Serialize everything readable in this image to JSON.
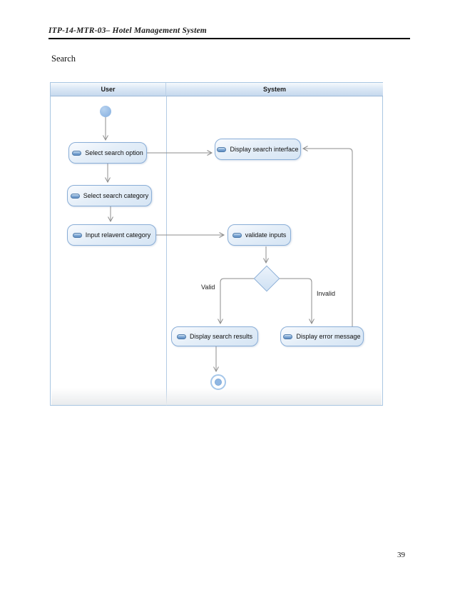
{
  "page": {
    "header_title": "ITP-14-MTR-03– Hotel Management System",
    "section_label": "Search",
    "page_number": "39"
  },
  "diagram": {
    "type": "uml-activity-diagram",
    "lanes": [
      {
        "label": "User"
      },
      {
        "label": "System"
      }
    ],
    "activities": [
      {
        "label": "Select search option",
        "lane": "User"
      },
      {
        "label": "Display search interface",
        "lane": "System"
      },
      {
        "label": "Select search category",
        "lane": "User"
      },
      {
        "label": "Input relavent category",
        "lane": "User"
      },
      {
        "label": "validate inputs",
        "lane": "System"
      },
      {
        "label": "Display search results",
        "lane": "System"
      },
      {
        "label": "Display error message",
        "lane": "System"
      }
    ],
    "branch_labels": {
      "valid": "Valid",
      "invalid": "Invalid"
    },
    "flows": [
      {
        "from": "start",
        "to": "Select search option"
      },
      {
        "from": "Select search option",
        "to": "Display search interface"
      },
      {
        "from": "Select search option",
        "to": "Select search category"
      },
      {
        "from": "Select search category",
        "to": "Input relavent category"
      },
      {
        "from": "Input relavent category",
        "to": "validate inputs"
      },
      {
        "from": "validate inputs",
        "to": "decision"
      },
      {
        "from": "decision",
        "to": "Display search results",
        "label": "Valid"
      },
      {
        "from": "decision",
        "to": "Display error message",
        "label": "Invalid"
      },
      {
        "from": "Display error message",
        "to": "Display search interface"
      },
      {
        "from": "Display search results",
        "to": "end"
      }
    ],
    "colors": {
      "node_fill": "#dfeaf7",
      "node_border": "#8aaed7",
      "lane_header_fill": "#d3e2f2",
      "frame_border": "#a9c6e2",
      "arrow": "#8c8c8c",
      "initial_node": "#93b9e4"
    }
  }
}
